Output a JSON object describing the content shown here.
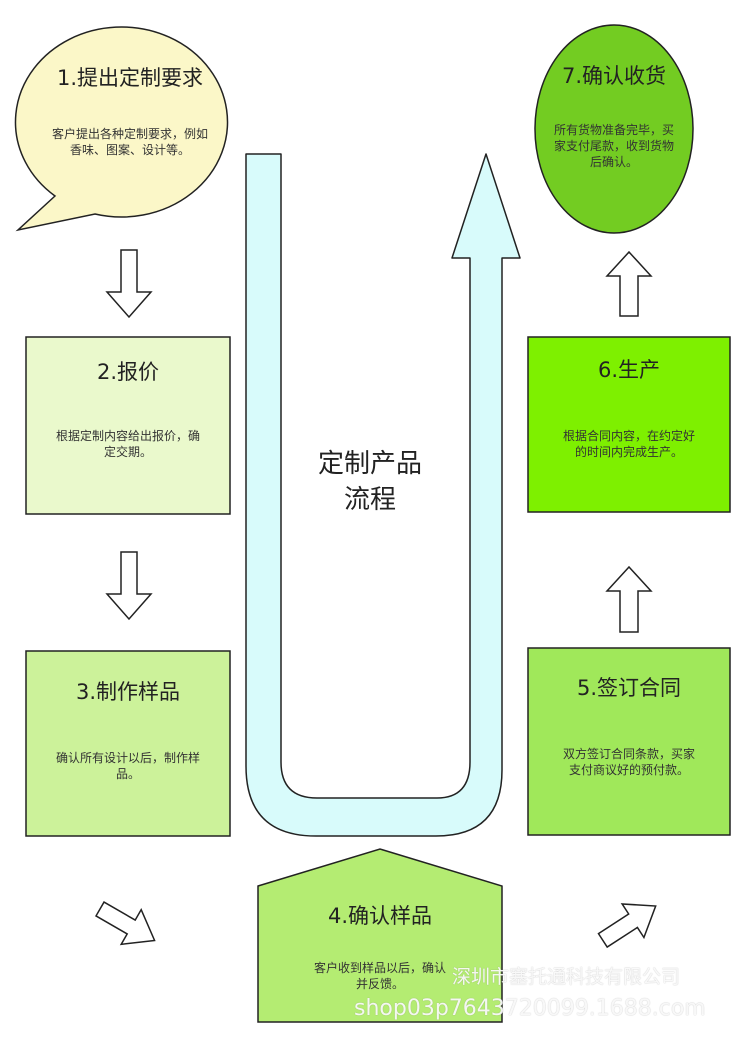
{
  "center_label": [
    "定制产品",
    "流程"
  ],
  "steps": [
    {
      "title": "1.提出定制要求",
      "desc": [
        "客户提出各种定制要求，例如",
        "香味、图案、设计等。"
      ]
    },
    {
      "title": "2.报价",
      "desc": [
        "根据定制内容给出报价，确",
        "定交期。"
      ]
    },
    {
      "title": "3.制作样品",
      "desc": [
        "确认所有设计以后，制作样",
        "品。"
      ]
    },
    {
      "title": "4.确认样品",
      "desc": [
        "客户收到样品以后，确认",
        "并反馈。"
      ]
    },
    {
      "title": "5.签订合同",
      "desc": [
        "双方签订合同条款，买家",
        "支付商议好的预付款。"
      ]
    },
    {
      "title": "6.生产",
      "desc": [
        "根据合同内容，在约定好",
        "的时间内完成生产。"
      ]
    },
    {
      "title": "7.确认收货",
      "desc": [
        "所有货物准备完毕，买",
        "家支付尾款，收到货物",
        "后确认。"
      ]
    }
  ],
  "watermark": {
    "company": "深圳市塞托通科技有限公司",
    "shop": "shop03p7643720099.1688.com"
  },
  "colors": {
    "step1": "#fbf7c8",
    "step2": "#eaf9cc",
    "step3": "#ccf29a",
    "step4": "#b4ec72",
    "step5": "#a0e85a",
    "step6": "#7ef000",
    "step7": "#73cc22",
    "u_arrow": "#d8fbfb"
  }
}
